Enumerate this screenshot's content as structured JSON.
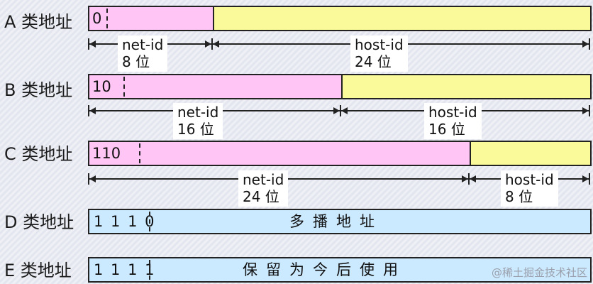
{
  "classes": {
    "a": {
      "label": "A 类地址",
      "prefix": "0",
      "net": "net-id",
      "net_bits": "8 位",
      "host": "host-id",
      "host_bits": "24 位"
    },
    "b": {
      "label": "B 类地址",
      "prefix": "10",
      "net": "net-id",
      "net_bits": "16 位",
      "host": "host-id",
      "host_bits": "16 位"
    },
    "c": {
      "label": "C 类地址",
      "prefix": "110",
      "net": "net-id",
      "net_bits": "24 位",
      "host": "host-id",
      "host_bits": "8 位"
    },
    "d": {
      "label": "D 类地址",
      "prefix": "1 1 1 0",
      "text": "多播地址"
    },
    "e": {
      "label": "E 类地址",
      "prefix": "1 1 1 1",
      "text": "保留为今后使用"
    }
  },
  "watermark": "@稀土掘金技术社区",
  "colors": {
    "net_segment": "#ffc6f5",
    "host_segment": "#fafa9a",
    "special_segment": "#cbe9ff"
  }
}
